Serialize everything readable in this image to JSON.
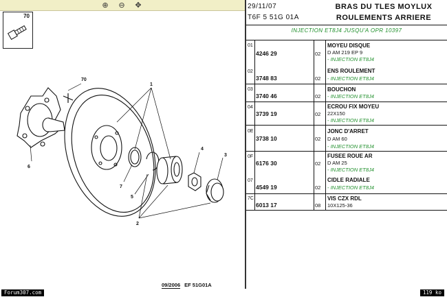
{
  "toolbar": {
    "buttons": [
      {
        "name": "zoom-in-icon",
        "glyph": "⊕"
      },
      {
        "name": "zoom-out-icon",
        "glyph": "⊖"
      },
      {
        "name": "pan-icon",
        "glyph": "✥"
      }
    ]
  },
  "diagram": {
    "inset_label": "70",
    "part_labels": [
      "70",
      "1",
      "6",
      "4",
      "3",
      "7",
      "5",
      "2"
    ],
    "ref_date": "09/2006",
    "ref_code": "EF 51G01A"
  },
  "header": {
    "date": "29/11/07",
    "code": "T6F 5 51G 01A",
    "title_line1": "BRAS DU TLES MOYLUX",
    "title_line2": "ROULEMENTS ARRIERE",
    "subtitle": "INJECTION ET8J4 JUSQU'A OPR 10397"
  },
  "rows": [
    {
      "ref": "01",
      "part": "4246 29",
      "qty": "02",
      "lines": [
        {
          "t": "title",
          "v": "MOYEU DISQUE"
        },
        {
          "t": "spec",
          "v": "D AM 219 EP 9"
        },
        {
          "t": "app",
          "v": "- INJECTION ET8J4"
        }
      ],
      "ref2": "02",
      "part2": "3748 83",
      "qty2": "02",
      "lines2": [
        {
          "t": "title",
          "v": "ENS ROULEMENT"
        },
        {
          "t": "app",
          "v": "- INJECTION ET8J4"
        }
      ]
    },
    {
      "ref": "03",
      "part": "3740 46",
      "qty": "02",
      "lines": [
        {
          "t": "title",
          "v": "BOUCHON"
        },
        {
          "t": "app",
          "v": "- INJECTION ET8J4"
        }
      ]
    },
    {
      "ref": "04",
      "part": "3739 19",
      "qty": "02",
      "lines": [
        {
          "t": "title",
          "v": "ECROU FIX MOYEU"
        },
        {
          "t": "spec",
          "v": "22X150"
        },
        {
          "t": "app",
          "v": "- INJECTION ET8J4"
        }
      ]
    },
    {
      "ref": "0E",
      "part": "3738 10",
      "qty": "02",
      "lines": [
        {
          "t": "title",
          "v": "JONC D'ARRET"
        },
        {
          "t": "spec",
          "v": "D AM 60"
        },
        {
          "t": "app",
          "v": "- INJECTION ET8J4"
        }
      ]
    },
    {
      "ref": "0F",
      "part": "6176 30",
      "qty": "02",
      "lines": [
        {
          "t": "title",
          "v": "FUSEE ROUE AR"
        },
        {
          "t": "spec",
          "v": "D AM 25"
        },
        {
          "t": "app",
          "v": "- INJECTION ET8J4"
        }
      ],
      "ref2": "07",
      "part2": "4549 19",
      "qty2": "02",
      "lines2": [
        {
          "t": "title",
          "v": "CIDLE RADIALE"
        },
        {
          "t": "app",
          "v": "- INJECTION ET8J4"
        }
      ]
    },
    {
      "ref": "7C",
      "part": "6013 17",
      "qty": "08",
      "lines": [
        {
          "t": "title",
          "v": "VIS CZX RDL"
        },
        {
          "t": "spec",
          "v": "10X125-36"
        }
      ]
    }
  ],
  "footer": {
    "credit": "Forum307.com",
    "filesize": "119 ko"
  }
}
